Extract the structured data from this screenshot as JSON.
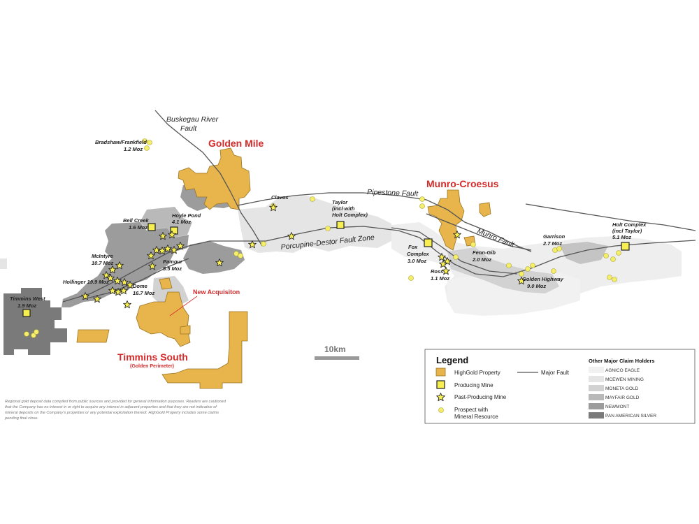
{
  "regions": {
    "golden_mile": "Golden Mile",
    "munro_croesus": "Munro-Croesus",
    "timmins_south": "Timmins South",
    "timmins_south_sub": "(Golden Perimeter)",
    "new_acquisition": "New Acquisiton"
  },
  "faults": {
    "buskegau_1": "Buskegau River",
    "buskegau_2": "Fault",
    "pipestone": "Pipestone Fault",
    "porcupine": "Porcupine-Destor Fault Zone",
    "munro": "Munro Fault"
  },
  "deposits": {
    "bradshaw_1": "Bradshaw/Frankfield",
    "bradshaw_2": "1.2 Moz",
    "clavos": "Clavos",
    "taylor_1": "Taylor",
    "taylor_2": "(incl with",
    "taylor_3": "Holt Complex)",
    "bell_creek_1": "Bell Creek",
    "bell_creek_2": "1.6 Moz",
    "hoyle_pond_1": "Hoyle Pond",
    "hoyle_pond_2": "4.1 Moz",
    "mcintyre_1": "McIntyre",
    "mcintyre_2": "10.7 Moz",
    "pamour_1": "Pamour",
    "pamour_2": "5.5 Moz",
    "hollinger": "Hollinger 19.9 Moz",
    "dome_1": "Dome",
    "dome_2": "16.7 Moz",
    "timmins_west_1": "Timmins West",
    "timmins_west_2": "1.9 Moz",
    "fox_1": "Fox",
    "fox_2": "Complex",
    "fox_3": "3.0 Moz",
    "ross_1": "Ross",
    "ross_2": "1.1 Moz",
    "fenn_gib_1": "Fenn-Gib",
    "fenn_gib_2": "2.0 Moz",
    "garrison_1": "Garrison",
    "garrison_2": "2.7 Moz",
    "golden_highway_1": "Golden Highway",
    "golden_highway_2": "9.0 Moz",
    "holt_1": "Holt Complex",
    "holt_2": "(incl Taylor)",
    "holt_3": "5.1 Moz"
  },
  "scale_bar": {
    "label": "10km"
  },
  "legend": {
    "title": "Legend",
    "items": {
      "property": "HighGold Property",
      "fault": "Major Fault",
      "producing": "Producing Mine",
      "past_producing": "Past-Producing Mine",
      "prospect_1": "Prospect with",
      "prospect_2": "Mineral Resource"
    },
    "holders_title": "Other Major Claim Holders",
    "holders": [
      "AGNICO EAGLE",
      "MCEWEN MINING",
      "MONETA GOLD",
      "MAYFAIR GOLD",
      "NEWMONT",
      "PAN AMERICAN SILVER"
    ]
  },
  "disclaimer": "Regional gold deposit data compiled from public sources and provided for general information purposes. Readers are cautioned that the Company has no interest in or right to acquire any interest in adjacent properties and that they are not indicative of mineral deposits on the Company's properties or any potential exploitation thereof. HighGold Property includes some claims pending final close.",
  "colors": {
    "property": "#e8b54d",
    "property_stroke": "#9a7420",
    "producing": "#f7ef52",
    "prospect": "#f4ee6b",
    "fault": "#555555",
    "region_label": "#d42a2a",
    "holders": [
      "#f1f1f1",
      "#e5e5e5",
      "#d2d2d2",
      "#b9b9b9",
      "#9c9c9c",
      "#7a7a7a"
    ]
  },
  "icons": {
    "producing": "square-icon",
    "past_producing": "star-icon",
    "prospect": "circle-icon"
  }
}
